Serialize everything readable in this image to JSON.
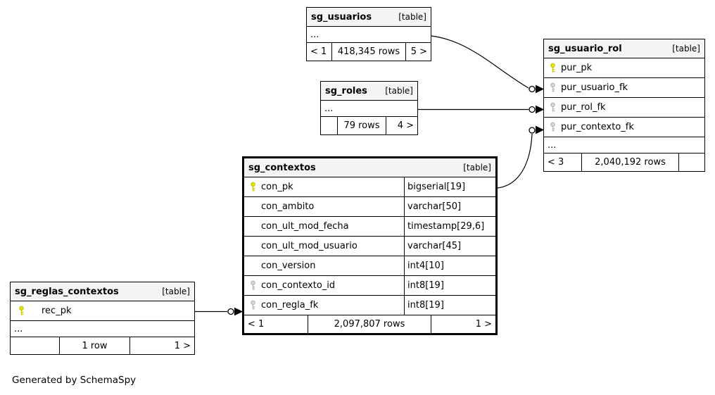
{
  "diagram": {
    "credit": "Generated by SchemaSpy"
  },
  "colors": {
    "primary_key": "#e6e600",
    "foreign_key": "#d8d8d8",
    "header_bg": "#f4f4f4",
    "border": "#000000"
  },
  "tables": {
    "sg_usuarios": {
      "name": "sg_usuarios",
      "type_label": "[table]",
      "ellipsis": "...",
      "footer": {
        "left": "< 1",
        "center": "418,345 rows",
        "right": "5 >"
      }
    },
    "sg_roles": {
      "name": "sg_roles",
      "type_label": "[table]",
      "ellipsis": "...",
      "footer": {
        "left": "",
        "center": "79 rows",
        "right": "4 >"
      }
    },
    "sg_usuario_rol": {
      "name": "sg_usuario_rol",
      "type_label": "[table]",
      "columns": [
        {
          "name": "pur_pk",
          "key": "primary"
        },
        {
          "name": "pur_usuario_fk",
          "key": "foreign"
        },
        {
          "name": "pur_rol_fk",
          "key": "foreign"
        },
        {
          "name": "pur_contexto_fk",
          "key": "foreign"
        }
      ],
      "ellipsis": "...",
      "footer": {
        "left": "< 3",
        "center": "2,040,192 rows",
        "right": ""
      }
    },
    "sg_contextos": {
      "name": "sg_contextos",
      "type_label": "[table]",
      "columns": [
        {
          "name": "con_pk",
          "type": "bigserial[19]",
          "key": "primary"
        },
        {
          "name": "con_ambito",
          "type": "varchar[50]",
          "key": "none"
        },
        {
          "name": "con_ult_mod_fecha",
          "type": "timestamp[29,6]",
          "key": "none"
        },
        {
          "name": "con_ult_mod_usuario",
          "type": "varchar[45]",
          "key": "none"
        },
        {
          "name": "con_version",
          "type": "int4[10]",
          "key": "none"
        },
        {
          "name": "con_contexto_id",
          "type": "int8[19]",
          "key": "foreign"
        },
        {
          "name": "con_regla_fk",
          "type": "int8[19]",
          "key": "foreign"
        }
      ],
      "footer": {
        "left": "< 1",
        "center": "2,097,807 rows",
        "right": "1 >"
      }
    },
    "sg_reglas_contextos": {
      "name": "sg_reglas_contextos",
      "type_label": "[table]",
      "columns": [
        {
          "name": "rec_pk",
          "key": "primary"
        }
      ],
      "ellipsis": "...",
      "footer": {
        "left": "",
        "center": "1 row",
        "right": "1 >"
      }
    }
  },
  "relationships": [
    {
      "from": "sg_usuarios",
      "to": "sg_usuario_rol.pur_usuario_fk"
    },
    {
      "from": "sg_roles",
      "to": "sg_usuario_rol.pur_rol_fk"
    },
    {
      "from": "sg_contextos.con_pk",
      "to": "sg_usuario_rol.pur_contexto_fk"
    },
    {
      "from": "sg_reglas_contextos.rec_pk",
      "to": "sg_contextos.con_regla_fk"
    }
  ]
}
